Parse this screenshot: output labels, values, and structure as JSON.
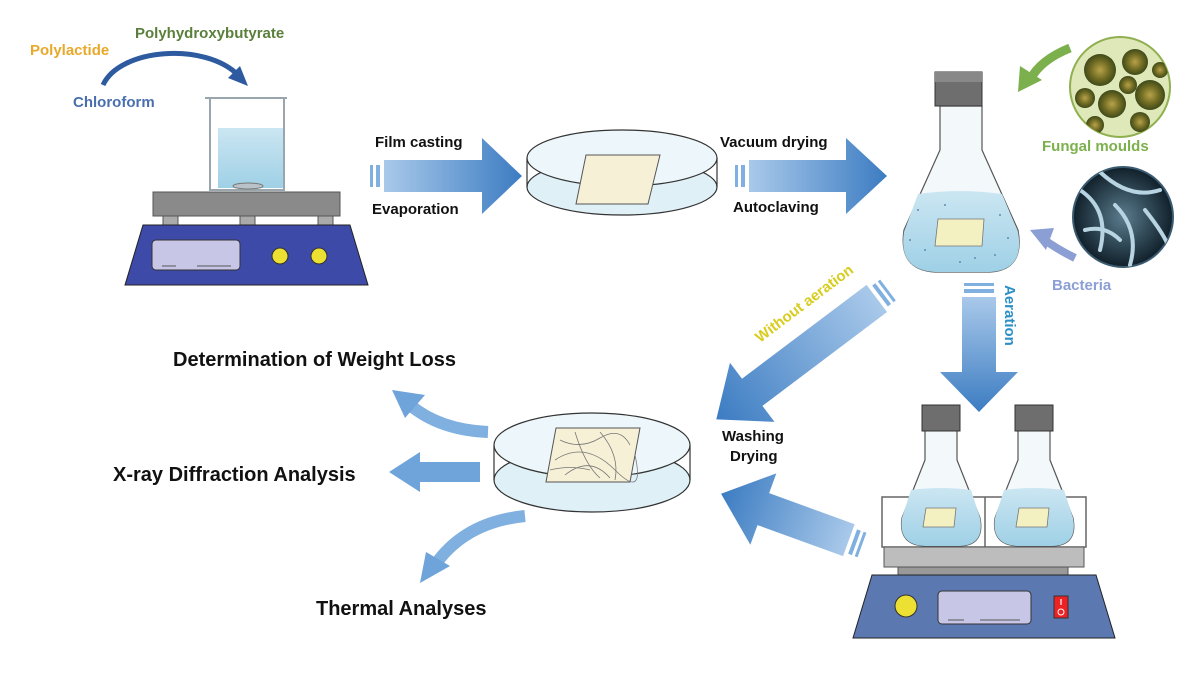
{
  "materials": {
    "polylactide": "Polylactide",
    "polyhydroxybutyrate": "Polyhydroxybutyrate",
    "chloroform": "Chloroform"
  },
  "steps": {
    "film_casting": "Film casting",
    "evaporation": "Evaporation",
    "vacuum_drying": "Vacuum drying",
    "autoclaving": "Autoclaving",
    "without_aeration": "Without aeration",
    "aeration": "Aeration",
    "washing": "Washing",
    "drying": "Drying"
  },
  "organisms": {
    "fungal_moulds": "Fungal moulds",
    "bacteria": "Bacteria"
  },
  "analyses": {
    "weight_loss": "Determination of Weight Loss",
    "xray": "X-ray Diffraction Analysis",
    "thermal": "Thermal Analyses"
  },
  "colors": {
    "polylactide": "#e8a92a",
    "polyhydroxybutyrate": "#5a7f3a",
    "chloroform": "#4a6fae",
    "fungal_moulds": "#7bb04c",
    "bacteria": "#8c9fd4",
    "arrow_blue": "#4a86c8",
    "without_aeration": "#d8cc1e",
    "aeration": "#2c8fc6",
    "stirrer_base": "#3d4aa8"
  }
}
